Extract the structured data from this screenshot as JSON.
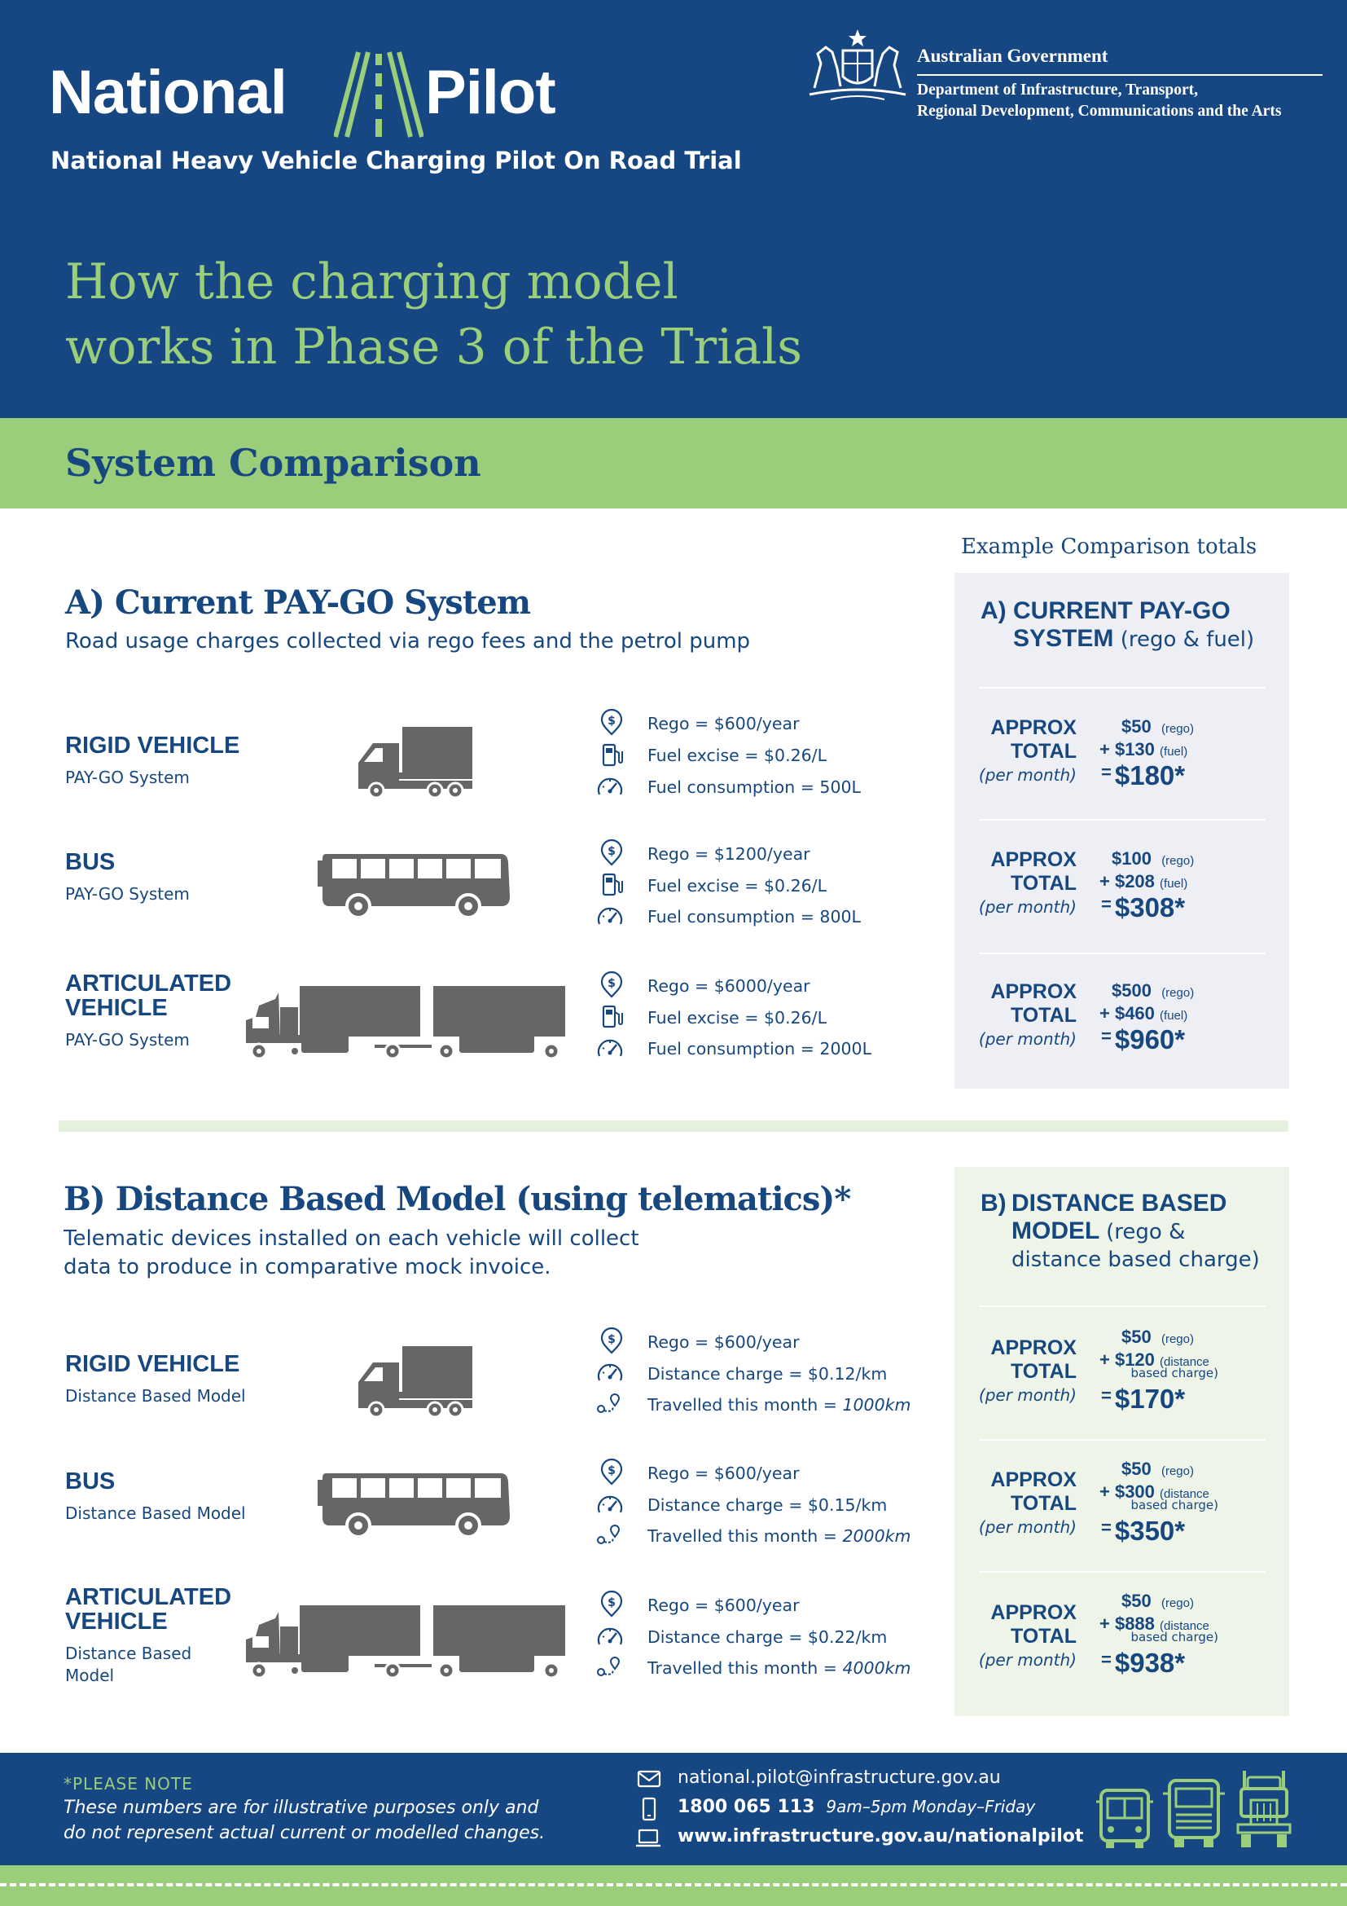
{
  "header": {
    "logo_left": "National",
    "logo_right": "Pilot",
    "subtitle": "National Heavy Vehicle Charging Pilot On Road Trial",
    "gov_name": "Australian Government",
    "gov_dept_line1": "Department of Infrastructure, Transport,",
    "gov_dept_line2": "Regional Development, Communications and the Arts",
    "headline_line1": "How the charging model",
    "headline_line2": "works in Phase 3 of the Trials"
  },
  "band": {
    "title": "System Comparison"
  },
  "example_heading": "Example Comparison totals",
  "section_a": {
    "title": "A) Current PAY-GO System",
    "desc": "Road usage charges collected via rego fees and the petrol pump",
    "vehicles": [
      {
        "name": "RIGID VEHICLE",
        "sub": "PAY-GO System",
        "specs": [
          "Rego = $600/year",
          "Fuel excise = $0.26/L",
          "Fuel consumption = 500L"
        ]
      },
      {
        "name": "BUS",
        "sub": "PAY-GO System",
        "specs": [
          "Rego = $1200/year",
          "Fuel excise = $0.26/L",
          "Fuel consumption = 800L"
        ]
      },
      {
        "name_line1": "ARTICULATED",
        "name_line2": "VEHICLE",
        "sub": "PAY-GO System",
        "specs": [
          "Rego = $6000/year",
          "Fuel excise = $0.26/L",
          "Fuel consumption = 2000L"
        ]
      }
    ],
    "panel": {
      "head_prefix": "A)",
      "head_line1": "CURRENT PAY-GO",
      "head_line2": "SYSTEM",
      "head_suffix": "(rego & fuel)",
      "approx_line1": "APPROX",
      "approx_line2": "TOTAL",
      "per_month": "(per month)",
      "rows": [
        {
          "rego": "$50",
          "rego_note": "(rego)",
          "fuel": "+ $130",
          "fuel_note": "(fuel)",
          "eq": "=",
          "total": "$180*"
        },
        {
          "rego": "$100",
          "rego_note": "(rego)",
          "fuel": "+ $208",
          "fuel_note": "(fuel)",
          "eq": "=",
          "total": "$308*"
        },
        {
          "rego": "$500",
          "rego_note": "(rego)",
          "fuel": "+ $460",
          "fuel_note": "(fuel)",
          "eq": "=",
          "total": "$960*"
        }
      ]
    }
  },
  "section_b": {
    "title": "B) Distance Based Model (using telematics)*",
    "desc_line1": "Telematic devices installed on each vehicle will collect",
    "desc_line2": "data to produce in comparative mock invoice.",
    "vehicles": [
      {
        "name": "RIGID VEHICLE",
        "sub": "Distance Based Model",
        "specs": [
          "Rego = $600/year",
          "Distance charge = $0.12/km"
        ],
        "travel_label": "Travelled this month = ",
        "travel_value": "1000km"
      },
      {
        "name": "BUS",
        "sub": "Distance Based Model",
        "specs": [
          "Rego = $600/year",
          "Distance charge = $0.15/km"
        ],
        "travel_label": "Travelled this month = ",
        "travel_value": "2000km"
      },
      {
        "name_line1": "ARTICULATED",
        "name_line2": "VEHICLE",
        "sub_line1": "Distance Based",
        "sub_line2": "Model",
        "specs": [
          "Rego = $600/year",
          "Distance charge = $0.22/km"
        ],
        "travel_label": "Travelled this month = ",
        "travel_value": "4000km"
      }
    ],
    "panel": {
      "head_prefix": "B)",
      "head_line1": "DISTANCE BASED",
      "head_line2": "MODEL",
      "head_suffix_1": "(rego &",
      "head_suffix_2": "distance based charge)",
      "approx_line1": "APPROX",
      "approx_line2": "TOTAL",
      "per_month": "(per month)",
      "rows": [
        {
          "rego": "$50",
          "rego_note": "(rego)",
          "dist": "+ $120",
          "dist_note_1": "(distance",
          "dist_note_2": "based charge)",
          "eq": "=",
          "total": "$170*"
        },
        {
          "rego": "$50",
          "rego_note": "(rego)",
          "dist": "+ $300",
          "dist_note_1": "(distance",
          "dist_note_2": "based charge)",
          "eq": "=",
          "total": "$350*"
        },
        {
          "rego": "$50",
          "rego_note": "(rego)",
          "dist": "+ $888",
          "dist_note_1": "(distance",
          "dist_note_2": "based charge)",
          "eq": "=",
          "total": "$938*"
        }
      ]
    }
  },
  "footer": {
    "note_head": "*PLEASE NOTE",
    "note_line1": "These numbers are for illustrative purposes only and",
    "note_line2": "do not represent actual current or modelled changes.",
    "email": "national.pilot@infrastructure.gov.au",
    "phone": "1800 065 113",
    "hours": "9am–5pm Monday–Friday",
    "website": "www.infrastructure.gov.au/nationalpilot"
  },
  "colors": {
    "navy": "#174782",
    "green": "#9ace7a",
    "grey": "#666666",
    "panel_a": "#eeeff5",
    "panel_b": "#eef5e8"
  },
  "icons": [
    "dollar-pin-icon",
    "fuel-pump-icon",
    "speedometer-icon",
    "route-pin-icon",
    "email-icon",
    "phone-icon",
    "laptop-icon",
    "bus-front-icon",
    "truck-front-icon",
    "semi-truck-front-icon"
  ]
}
